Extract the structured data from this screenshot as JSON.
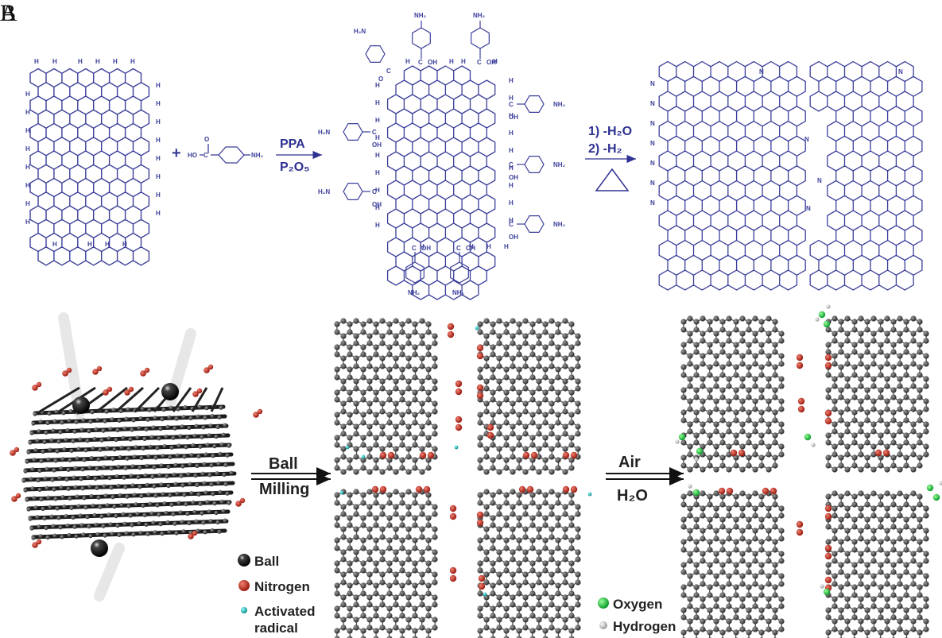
{
  "panels": {
    "a_label": "A",
    "b_label": "B"
  },
  "panel_a": {
    "edge_h": "H",
    "plus": "+",
    "reagent_left": "HO",
    "reagent_c": "C",
    "reagent_o": "O",
    "reagent_right": "NH₂",
    "nh2": "NH₂",
    "h2n": "H₂N",
    "c_label": "C",
    "o_label": "O",
    "oh_label": "OH",
    "n_label": "N",
    "arrow1_top": "PPA",
    "arrow1_bottom": "P₂O₅",
    "arrow2_line1": "1) -H₂O",
    "arrow2_line2": "2) -H₂",
    "colors": {
      "structure": "#3b3f9a"
    }
  },
  "panel_b": {
    "arrow1_top": "Ball",
    "arrow1_bottom": "Milling",
    "arrow2_top": "Air",
    "arrow2_bottom": "H₂O",
    "legend1": [
      {
        "label": "Ball",
        "icon": "ball-icon"
      },
      {
        "label": "Nitrogen",
        "icon": "nitrogen-icon"
      },
      {
        "label": "Activated",
        "icon": "activated-radical-icon"
      },
      {
        "label": "radical",
        "icon": ""
      }
    ],
    "legend2": [
      {
        "label": "Oxygen",
        "icon": "oxygen-icon"
      },
      {
        "label": "Hydrogen",
        "icon": "hydrogen-icon"
      }
    ],
    "colors": {
      "carbon": "#4a4a4a",
      "nitrogen": "#c0392b",
      "radical": "#1fb6b6",
      "oxygen": "#2ecc40",
      "hydrogen": "#e8e8e8",
      "ball": "#111111"
    }
  }
}
